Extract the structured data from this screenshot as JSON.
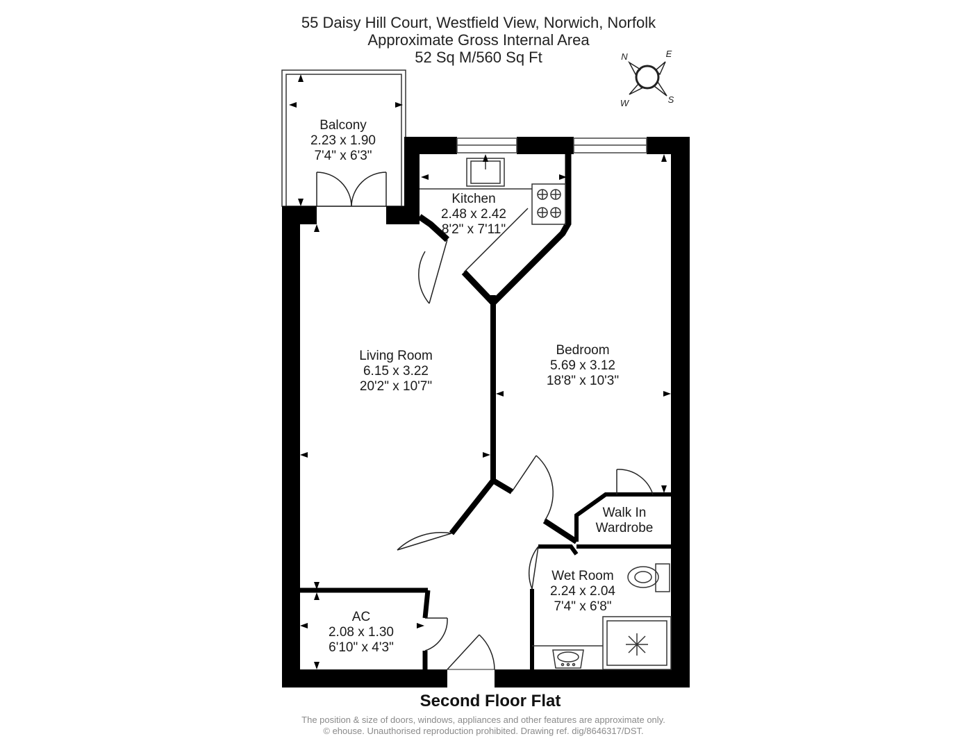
{
  "header": {
    "address": "55 Daisy Hill Court, Westfield View, Norwich, Norfolk",
    "area_caption": "Approximate Gross Internal Area",
    "area_value": "52 Sq M/560 Sq Ft"
  },
  "compass": {
    "n": "N",
    "e": "E",
    "s": "S",
    "w": "W"
  },
  "rooms": {
    "balcony": {
      "name": "Balcony",
      "metric": "2.23 x 1.90",
      "imperial": "7'4\" x 6'3\""
    },
    "kitchen": {
      "name": "Kitchen",
      "metric": "2.48 x 2.42",
      "imperial": "8'2\" x 7'11\""
    },
    "living": {
      "name": "Living Room",
      "metric": "6.15 x 3.22",
      "imperial": "20'2\" x 10'7\""
    },
    "bedroom": {
      "name": "Bedroom",
      "metric": "5.69 x 3.12",
      "imperial": "18'8\" x 10'3\""
    },
    "wardrobe": {
      "line1": "Walk In",
      "line2": "Wardrobe"
    },
    "wetroom": {
      "name": "Wet Room",
      "metric": "2.24 x 2.04",
      "imperial": "7'4\" x 6'8\""
    },
    "ac": {
      "name": "AC",
      "metric": "2.08 x 1.30",
      "imperial": "6'10\" x 4'3\""
    }
  },
  "floor_title": "Second Floor Flat",
  "footer": {
    "line1": "The position & size of doors, windows, appliances and other features are approximate only.",
    "line2": "© ehouse. Unauthorised reproduction prohibited. Drawing ref. dig/8646317/DST."
  },
  "colors": {
    "wall": "#000000",
    "line": "#1a1a1a",
    "background": "#ffffff"
  }
}
